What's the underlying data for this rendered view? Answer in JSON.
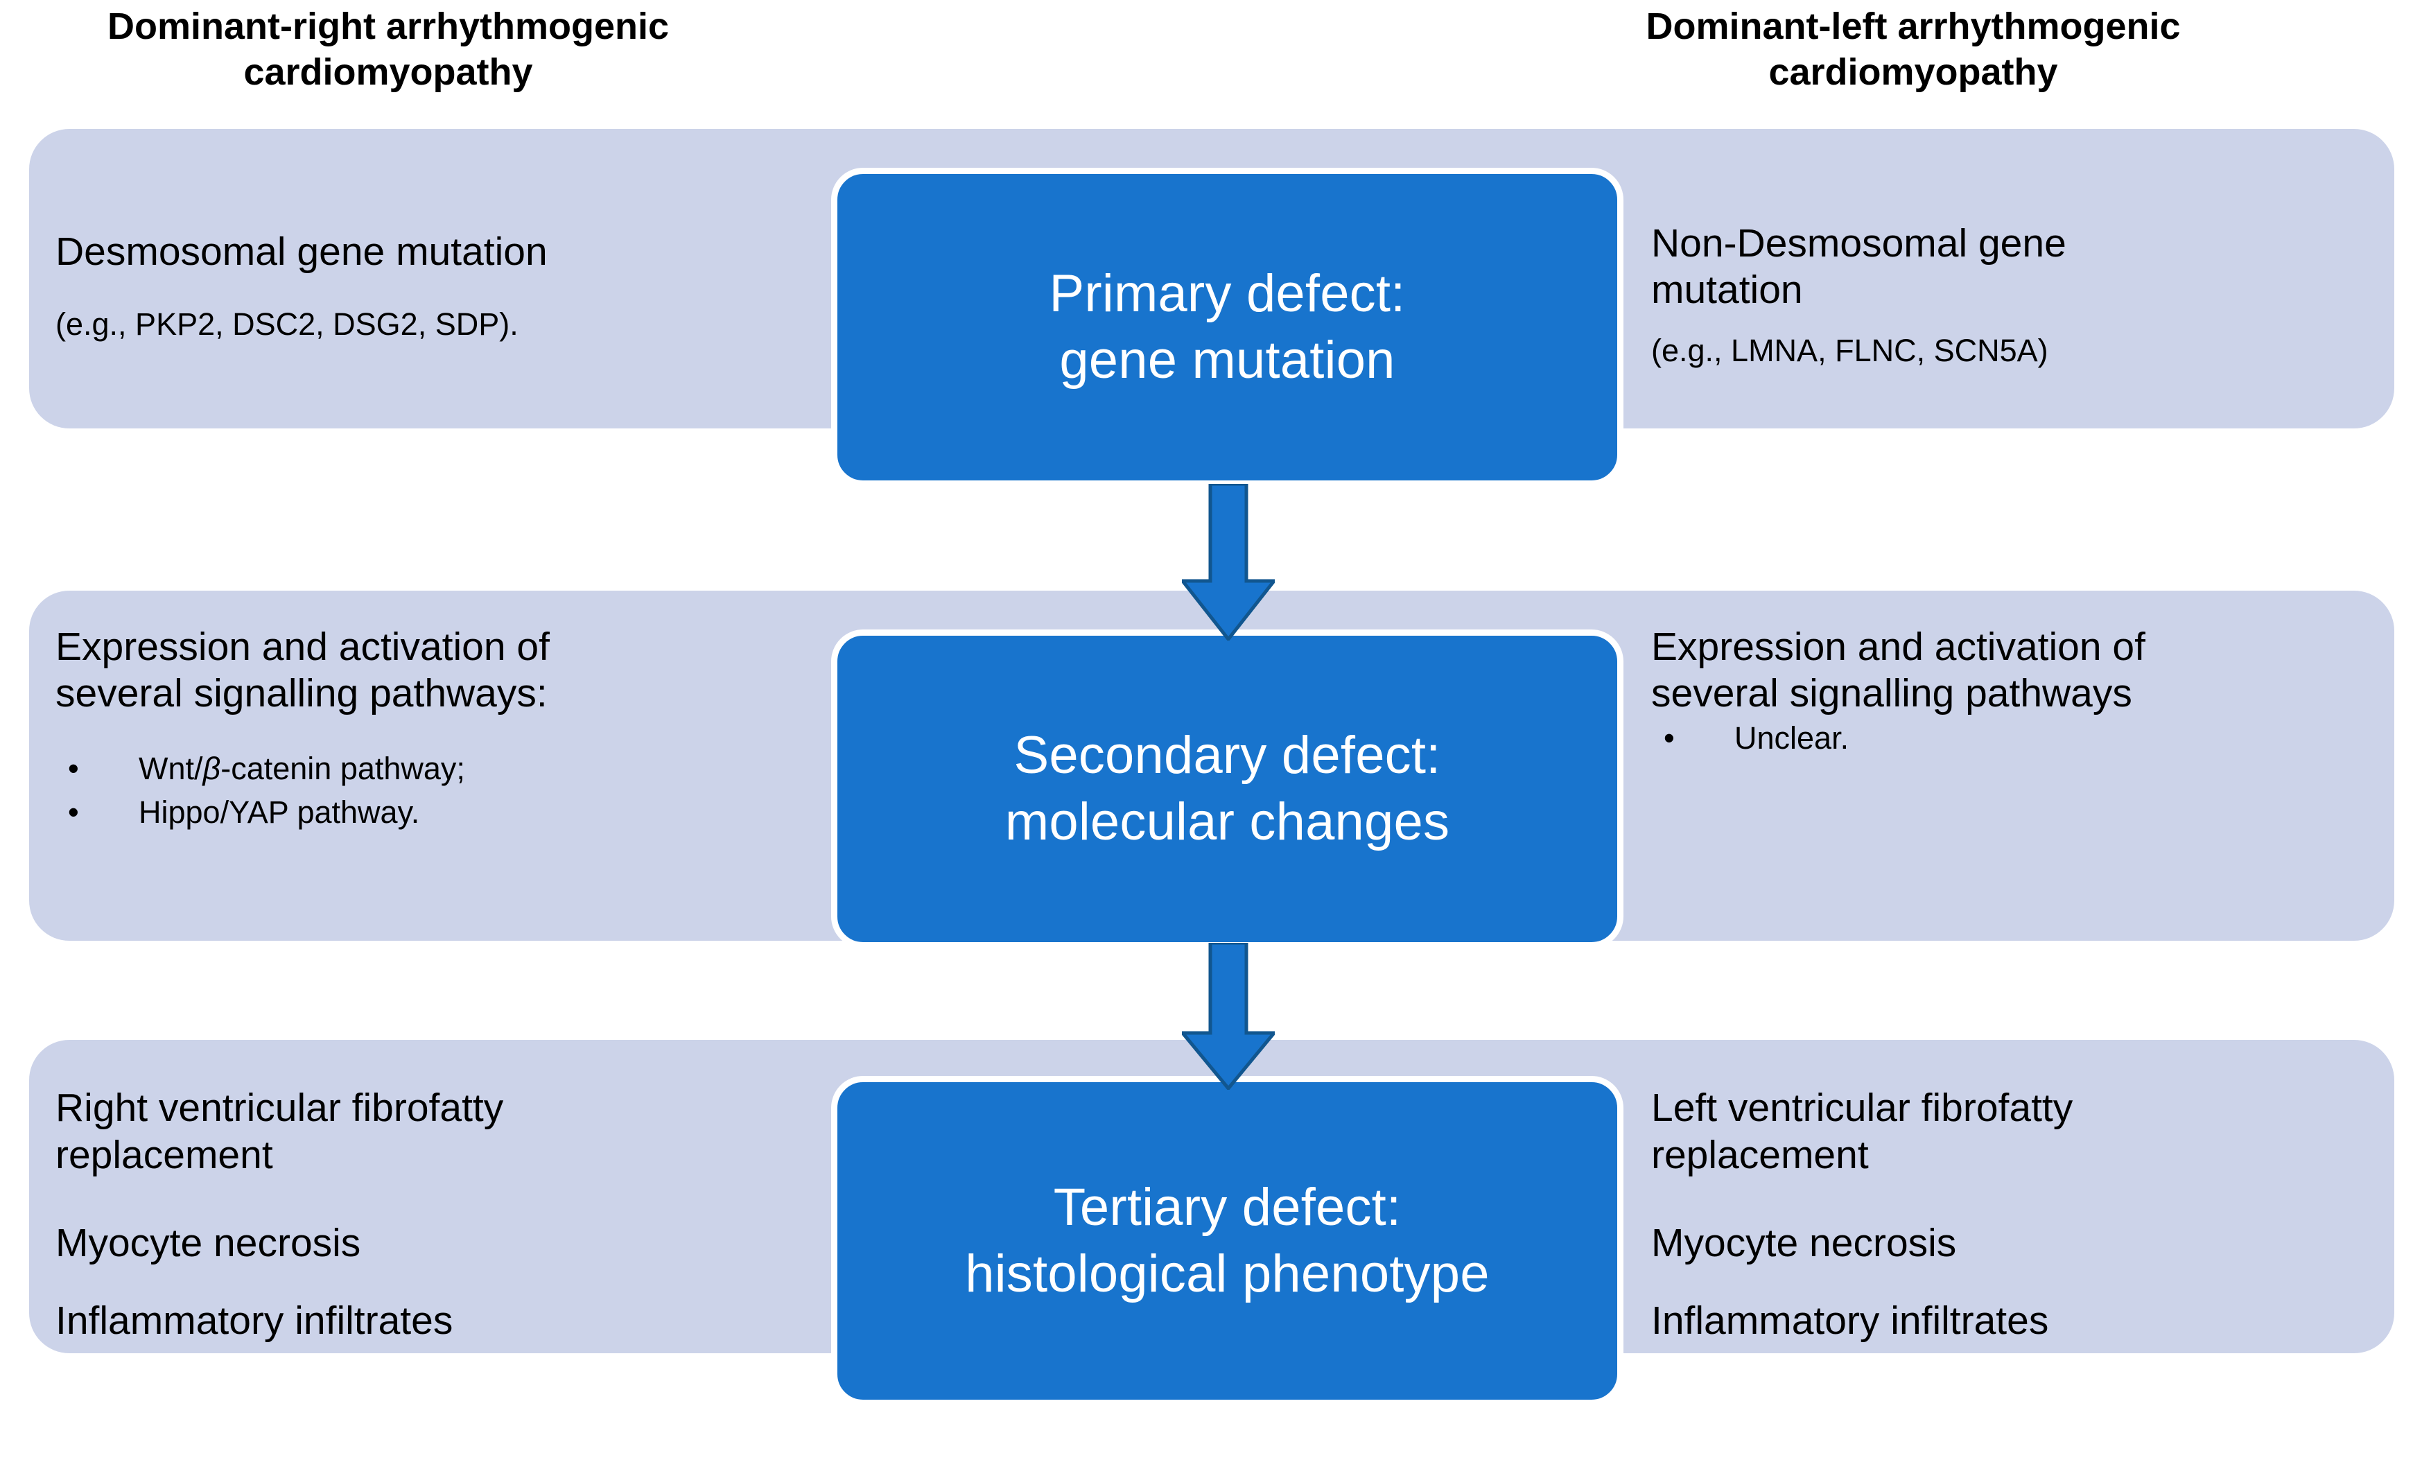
{
  "headings": {
    "left": "Dominant-right arrhythmogenic\ncardiomyopathy",
    "right": "Dominant-left arrhythmogenic\ncardiomyopathy"
  },
  "colors": {
    "band_fill": "#ccd3e9",
    "box_fill": "#1874cd",
    "box_border": "#ffffff",
    "arrow_fill": "#1874cd",
    "arrow_stroke": "#11568f",
    "text": "#000000",
    "box_text": "#ffffff",
    "page_background": "#ffffff"
  },
  "stages": [
    {
      "id": "primary",
      "label": "Primary defect:\ngene mutation"
    },
    {
      "id": "secondary",
      "label": "Secondary defect:\nmolecular changes"
    },
    {
      "id": "tertiary",
      "label": "Tertiary defect:\nhistological phenotype"
    }
  ],
  "arrows": [
    {
      "id": "arrow-primary-to-secondary",
      "direction": "down"
    },
    {
      "id": "arrow-secondary-to-tertiary",
      "direction": "down"
    }
  ],
  "rows": [
    {
      "id": "row-primary",
      "left": {
        "main": "Desmosomal gene mutation",
        "sub": "(e.g., PKP2, DSC2, DSG2, SDP)."
      },
      "right": {
        "main": "Non-Desmosomal gene\nmutation",
        "sub": "(e.g., LMNA, FLNC, SCN5A)"
      }
    },
    {
      "id": "row-secondary",
      "left": {
        "main": "Expression and activation of\nseveral signalling pathways:",
        "bullets": [
          {
            "pre": "Wnt/",
            "italic": "β",
            "post": "-catenin pathway;"
          },
          {
            "pre": "Hippo/YAP pathway.",
            "italic": "",
            "post": ""
          }
        ],
        "bullet_marker": "•"
      },
      "right": {
        "main": "Expression and activation of\nseveral signalling pathways",
        "bullets": [
          {
            "pre": "Unclear.",
            "italic": "",
            "post": ""
          }
        ],
        "bullet_marker": "•"
      }
    },
    {
      "id": "row-tertiary",
      "left": {
        "lines": [
          "Right ventricular fibrofatty\nreplacement",
          "Myocyte necrosis",
          "Inflammatory infiltrates"
        ]
      },
      "right": {
        "lines": [
          "Left ventricular fibrofatty\nreplacement",
          "Myocyte necrosis",
          "Inflammatory infiltrates"
        ]
      }
    }
  ]
}
